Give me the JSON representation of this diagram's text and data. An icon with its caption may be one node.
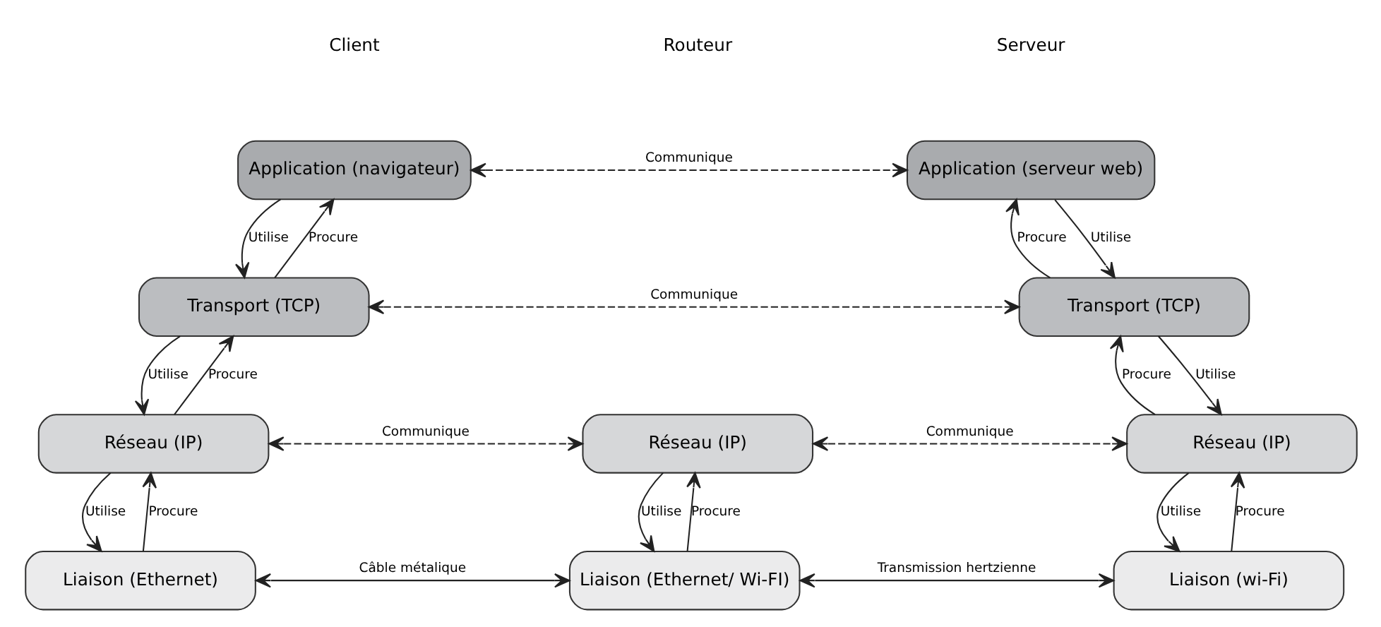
{
  "diagram": {
    "nodes": [
      {
        "text": [
          "Application (navigateur)"
        ]
      },
      {
        "text": [
          "Application (serveur web)"
        ]
      },
      {
        "text": [
          "Transport (TCP)"
        ]
      },
      {
        "text": [
          "Transport (TCP)"
        ]
      },
      {
        "text": [
          "Réseau (IP)"
        ]
      },
      {
        "text": [
          "Réseau (IP)"
        ]
      },
      {
        "text": [
          "Réseau (IP)"
        ]
      },
      {
        "text": [
          "Liaison (Ethernet)"
        ]
      },
      {
        "text": [
          "Liaison (Ethernet/ Wi-FI)"
        ]
      },
      {
        "text": [
          "Liaison (wi-Fi)"
        ]
      }
    ],
    "edges": [
      {
        "from": 0,
        "to": 1,
        "arrow": "both",
        "label": "Communique",
        "style": "dashed"
      },
      {
        "from": 0,
        "to": 2,
        "arrow": "to",
        "label": "Utilise"
      },
      {
        "from": 2,
        "to": 0,
        "arrow": "to",
        "label": "Procure"
      },
      {
        "from": 1,
        "to": 3,
        "arrow": "to",
        "label": "Utilise"
      },
      {
        "from": 3,
        "to": 1,
        "arrow": "to",
        "label": "Procure"
      },
      {
        "from": 2,
        "to": 3,
        "arrow": "both",
        "label": "Communique",
        "style": "dashed"
      },
      {
        "from": 2,
        "to": 4,
        "arrow": "to",
        "label": "Utilise"
      },
      {
        "from": 4,
        "to": 2,
        "arrow": "to",
        "label": "Procure"
      },
      {
        "from": 3,
        "to": 6,
        "arrow": "to",
        "label": "Utilise"
      },
      {
        "from": 6,
        "to": 3,
        "arrow": "to",
        "label": "Procure"
      },
      {
        "from": 4,
        "to": 5,
        "arrow": "both",
        "label": "Communique",
        "style": "dashed"
      },
      {
        "from": 5,
        "to": 6,
        "arrow": "both",
        "label": "Communique",
        "style": "dashed"
      },
      {
        "from": 4,
        "to": 7,
        "arrow": "to",
        "label": "Utilise"
      },
      {
        "from": 7,
        "to": 4,
        "arrow": "to",
        "label": "Procure"
      },
      {
        "from": 5,
        "to": 8,
        "arrow": "to",
        "label": "Utilise"
      },
      {
        "from": 8,
        "to": 5,
        "arrow": "to",
        "label": "Procure"
      },
      {
        "from": 6,
        "to": 9,
        "arrow": "to",
        "label": "Utilise"
      },
      {
        "from": 9,
        "to": 6,
        "arrow": "to",
        "label": "Procure"
      },
      {
        "from": 7,
        "to": 8,
        "arrow": "both",
        "label": "Câble métalique"
      },
      {
        "from": 8,
        "to": 9,
        "arrow": "both",
        "label": "Transmission hertzienne"
      }
    ],
    "labels": [
      "Client",
      "Routeur",
      "Serveur"
    ]
  }
}
